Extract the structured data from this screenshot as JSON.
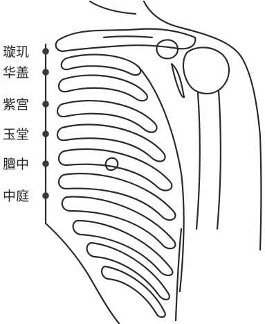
{
  "points": [
    {
      "label": "璇玑"
    },
    {
      "label": "华盖"
    },
    {
      "label": "紫宫"
    },
    {
      "label": "玉堂"
    },
    {
      "label": "膻中"
    },
    {
      "label": "中庭"
    }
  ],
  "colors": {
    "line": "#2b2b2b",
    "dot": "#3a3a3a",
    "text": "#2a2a2a",
    "background": "#ffffff"
  }
}
